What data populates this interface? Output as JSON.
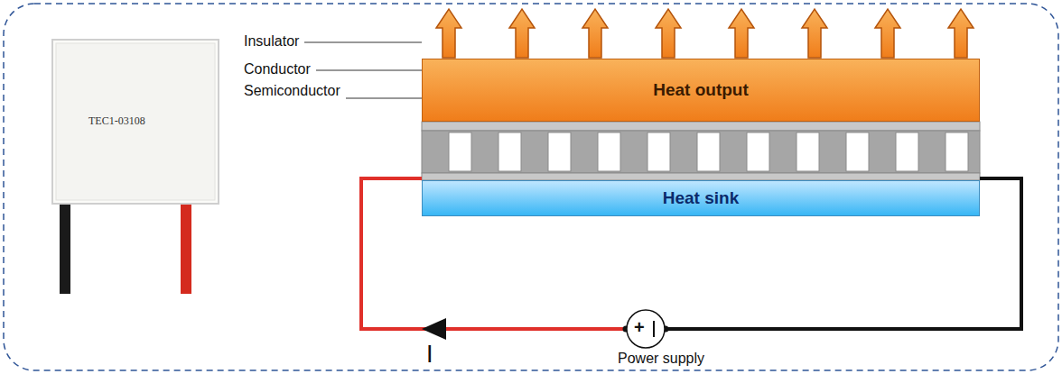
{
  "diagram": {
    "nodes": [
      {
        "text": [
          "Heat output"
        ]
      },
      {
        "text": [
          "Heat sink"
        ]
      }
    ],
    "labels": [
      "TEC1-03108",
      "Insulator",
      "Conductor",
      "Semiconductor",
      "+",
      "I",
      "Power supply"
    ]
  }
}
